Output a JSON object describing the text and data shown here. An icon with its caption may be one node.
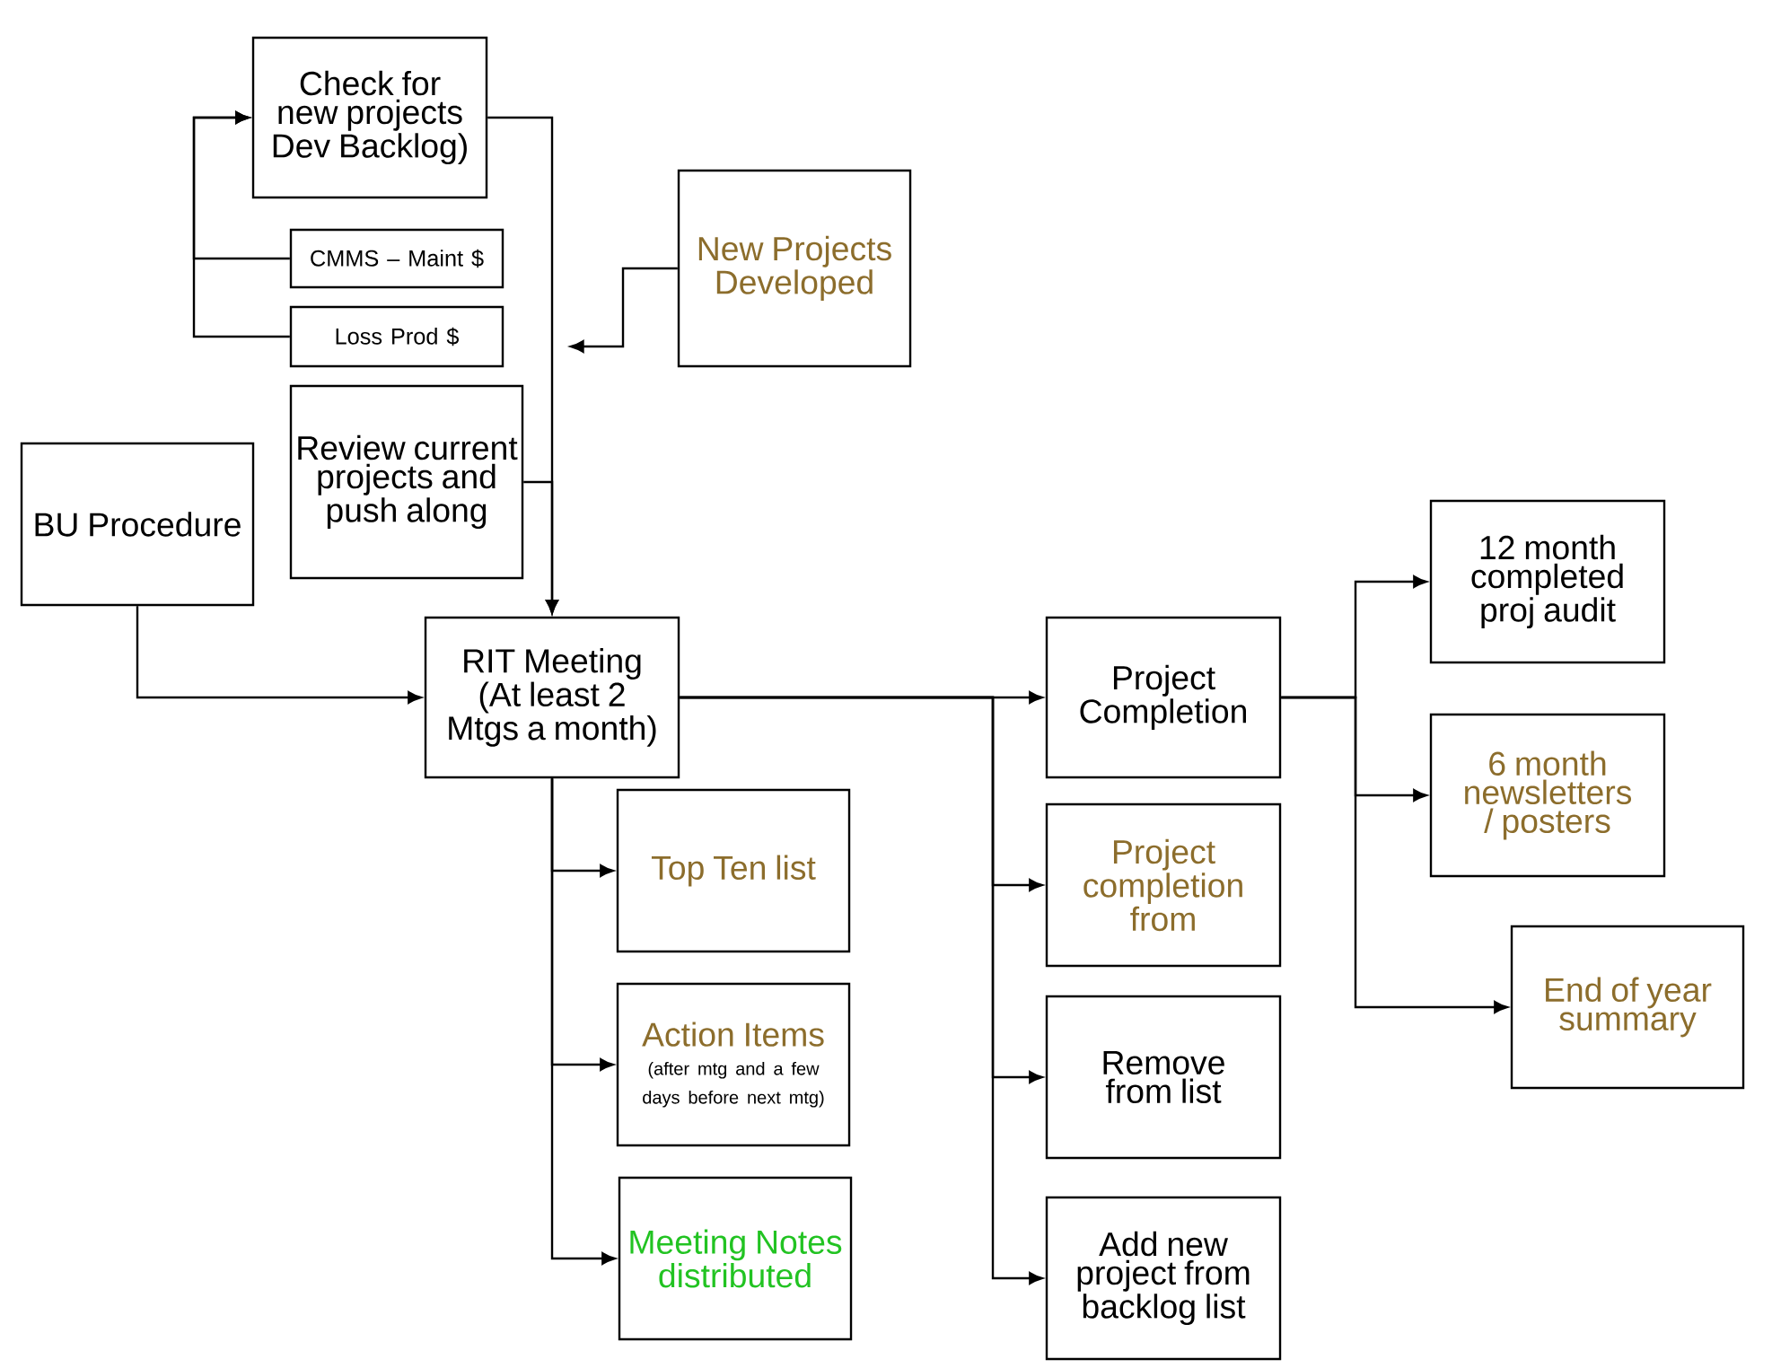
{
  "diagram": {
    "nodes": [
      {
        "text": [
          "Check for new projects Dev Backlog)"
        ]
      },
      {
        "text": [
          "CMMS – Maint $"
        ]
      },
      {
        "text": [
          "Loss Prod $"
        ]
      },
      {
        "text": [
          "New Projects Developed"
        ]
      },
      {
        "text": [
          "Review current projects and push along"
        ]
      },
      {
        "text": [
          "BU Procedure"
        ]
      },
      {
        "text": [
          "RIT Meeting (At least 2 Mtgs a month)"
        ]
      },
      {
        "text": [
          "Top Ten list"
        ]
      },
      {
        "text": [
          "Action Items",
          "(after mtg and a few days before next mtg)"
        ]
      },
      {
        "text": [
          "Meeting Notes distributed"
        ]
      },
      {
        "text": [
          "Project Completion"
        ]
      },
      {
        "text": [
          "Project completion from"
        ]
      },
      {
        "text": [
          "Remove from list"
        ]
      },
      {
        "text": [
          "Add new project from backlog list"
        ]
      },
      {
        "text": [
          "12 month completed proj audit"
        ]
      },
      {
        "text": [
          "6 month newsletters / posters"
        ]
      },
      {
        "text": [
          "End of year summary"
        ]
      }
    ],
    "edges": [
      {
        "from": 1,
        "to": 0,
        "arrow": "to"
      },
      {
        "from": 2,
        "to": 0,
        "arrow": "to"
      },
      {
        "from": 0,
        "to": 6,
        "arrow": "to"
      },
      {
        "from": 3,
        "to": null,
        "arrow": "to"
      },
      {
        "from": 4,
        "to": 6,
        "arrow": "to"
      },
      {
        "from": 5,
        "to": 6,
        "arrow": "to"
      },
      {
        "from": 6,
        "to": 7,
        "arrow": "to"
      },
      {
        "from": 6,
        "to": 8,
        "arrow": "to"
      },
      {
        "from": 6,
        "to": 9,
        "arrow": "to"
      },
      {
        "from": 6,
        "to": 10,
        "arrow": "to"
      },
      {
        "from": 6,
        "to": 11,
        "arrow": "to"
      },
      {
        "from": 6,
        "to": 12,
        "arrow": "to"
      },
      {
        "from": 6,
        "to": 13,
        "arrow": "to"
      },
      {
        "from": 10,
        "to": 14,
        "arrow": "to"
      },
      {
        "from": 10,
        "to": 15,
        "arrow": "to"
      },
      {
        "from": 10,
        "to": 16,
        "arrow": "to"
      }
    ]
  }
}
